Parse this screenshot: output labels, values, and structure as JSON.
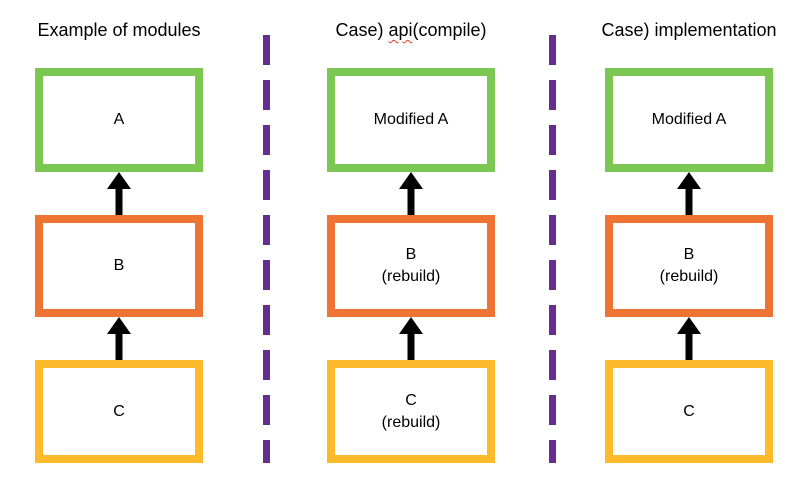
{
  "colors": {
    "box_green": "#7CC652",
    "box_orange": "#EE7434",
    "box_yellow": "#FDBB2B",
    "divider_purple": "#662D91",
    "arrow_black": "#000000",
    "spellcheck_red": "#E03A2B"
  },
  "columns": [
    {
      "title": "Example of modules",
      "boxes": [
        {
          "line1": "A",
          "line2": ""
        },
        {
          "line1": "B",
          "line2": ""
        },
        {
          "line1": "C",
          "line2": ""
        }
      ]
    },
    {
      "title_prefix": "Case) ",
      "title_misspelled": "api",
      "title_suffix": "(compile)",
      "boxes": [
        {
          "line1": "Modified A",
          "line2": ""
        },
        {
          "line1": "B",
          "line2": "(rebuild)"
        },
        {
          "line1": "C",
          "line2": "(rebuild)"
        }
      ]
    },
    {
      "title": "Case) implementation",
      "boxes": [
        {
          "line1": "Modified A",
          "line2": ""
        },
        {
          "line1": "B",
          "line2": "(rebuild)"
        },
        {
          "line1": "C",
          "line2": ""
        }
      ]
    }
  ]
}
